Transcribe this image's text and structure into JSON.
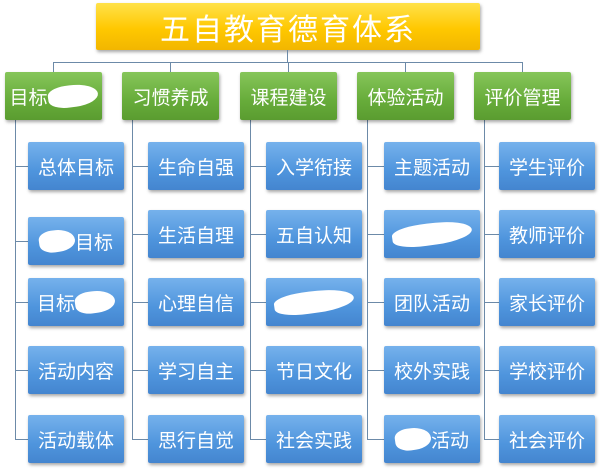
{
  "title": "五自教育德育体系",
  "columns": [
    {
      "header": "目标",
      "header_redacted": true,
      "items": [
        {
          "label": "总体目标"
        },
        {
          "label": "目标",
          "redacted": "before"
        },
        {
          "label": "目标",
          "redacted": "after"
        },
        {
          "label": "活动内容"
        },
        {
          "label": "活动载体"
        }
      ]
    },
    {
      "header": "习惯养成",
      "items": [
        {
          "label": "生命自强"
        },
        {
          "label": "生活自理"
        },
        {
          "label": "心理自信"
        },
        {
          "label": "学习自主"
        },
        {
          "label": "思行自觉"
        }
      ]
    },
    {
      "header": "课程建设",
      "items": [
        {
          "label": "入学衔接"
        },
        {
          "label": "五自认知"
        },
        {
          "label": "",
          "redacted": "full"
        },
        {
          "label": "节日文化"
        },
        {
          "label": "社会实践"
        }
      ]
    },
    {
      "header": "体验活动",
      "items": [
        {
          "label": "主题活动"
        },
        {
          "label": "",
          "redacted": "full"
        },
        {
          "label": "团队活动"
        },
        {
          "label": "校外实践"
        },
        {
          "label": "活动",
          "redacted": "before"
        }
      ]
    },
    {
      "header": "评价管理",
      "items": [
        {
          "label": "学生评价"
        },
        {
          "label": "教师评价"
        },
        {
          "label": "家长评价"
        },
        {
          "label": "学校评价"
        },
        {
          "label": "社会评价"
        }
      ]
    }
  ],
  "colors": {
    "title": "#ffc800",
    "header": "#67ac3a",
    "child": "#4f95dd",
    "line": "#6c8aa8"
  }
}
